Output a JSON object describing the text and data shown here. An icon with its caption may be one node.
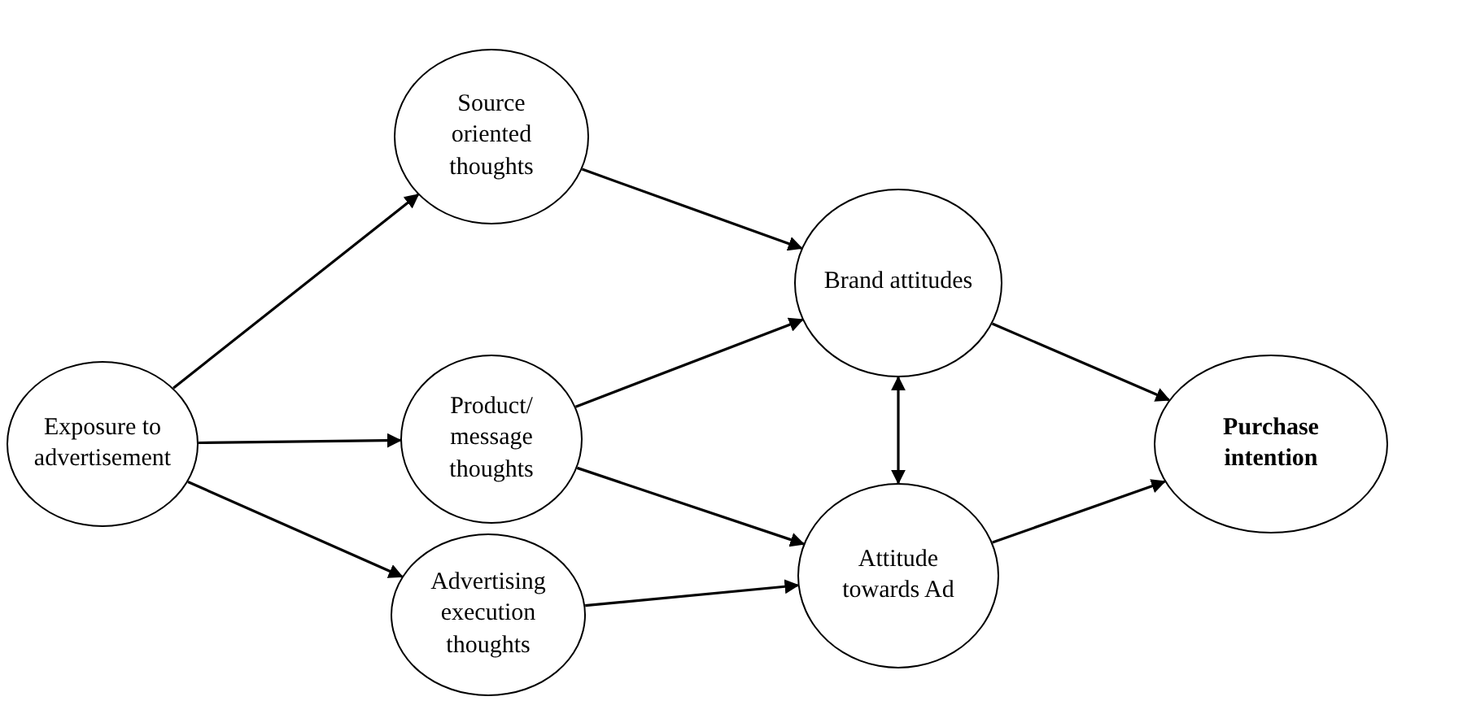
{
  "diagram": {
    "nodes": [
      {
        "text": [
          "Exposure to advertisement"
        ]
      },
      {
        "text": [
          "Source oriented thoughts"
        ]
      },
      {
        "text": [
          "Product/ message thoughts"
        ]
      },
      {
        "text": [
          "Advertising execution thoughts"
        ]
      },
      {
        "text": [
          "Brand attitudes"
        ]
      },
      {
        "text": [
          "Attitude towards Ad"
        ]
      },
      {
        "text": [
          "Purchase intention"
        ]
      }
    ],
    "edges": [
      {
        "from": 0,
        "to": 1,
        "arrow": "to"
      },
      {
        "from": 0,
        "to": 2,
        "arrow": "to"
      },
      {
        "from": 0,
        "to": 3,
        "arrow": "to"
      },
      {
        "from": 1,
        "to": 4,
        "arrow": "to"
      },
      {
        "from": 2,
        "to": 4,
        "arrow": "to"
      },
      {
        "from": 2,
        "to": 5,
        "arrow": "to"
      },
      {
        "from": 3,
        "to": 5,
        "arrow": "to"
      },
      {
        "from": 4,
        "to": 5,
        "arrow": "both"
      },
      {
        "from": 4,
        "to": 6,
        "arrow": "to"
      },
      {
        "from": 5,
        "to": 6,
        "arrow": "to"
      }
    ]
  }
}
